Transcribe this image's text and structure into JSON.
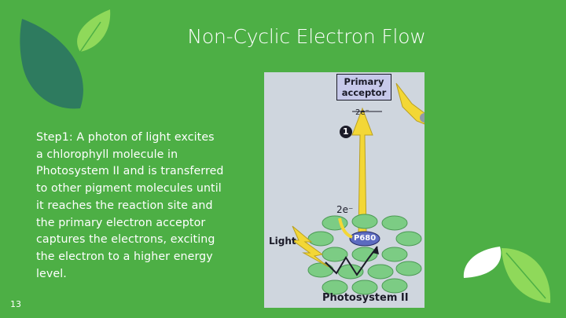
{
  "slide": {
    "title": "Non-Cyclic Electron Flow",
    "body": "Step1: A photon of light excites a chlorophyll molecule in Photosystem II and is transferred to other pigment molecules until it reaches the reaction site and the primary electron acceptor captures the electrons, exciting the electron to a higher energy level.",
    "page_number": "13"
  },
  "figure": {
    "primary_acceptor_line1": "Primary",
    "primary_acceptor_line2": "acceptor",
    "electron_top": "2e⁻",
    "electron_mid": "2e⁻",
    "step_number": "1",
    "light_label": "Light",
    "reaction_center": "P680",
    "photosystem_label": "Photosystem II"
  },
  "colors": {
    "background": "#4daf45",
    "leaf_dark": "#2e7b5f",
    "leaf_light": "#8fd95a",
    "arrow_yellow": "#f3d736",
    "chlorophyll_green": "#7ccc84"
  }
}
